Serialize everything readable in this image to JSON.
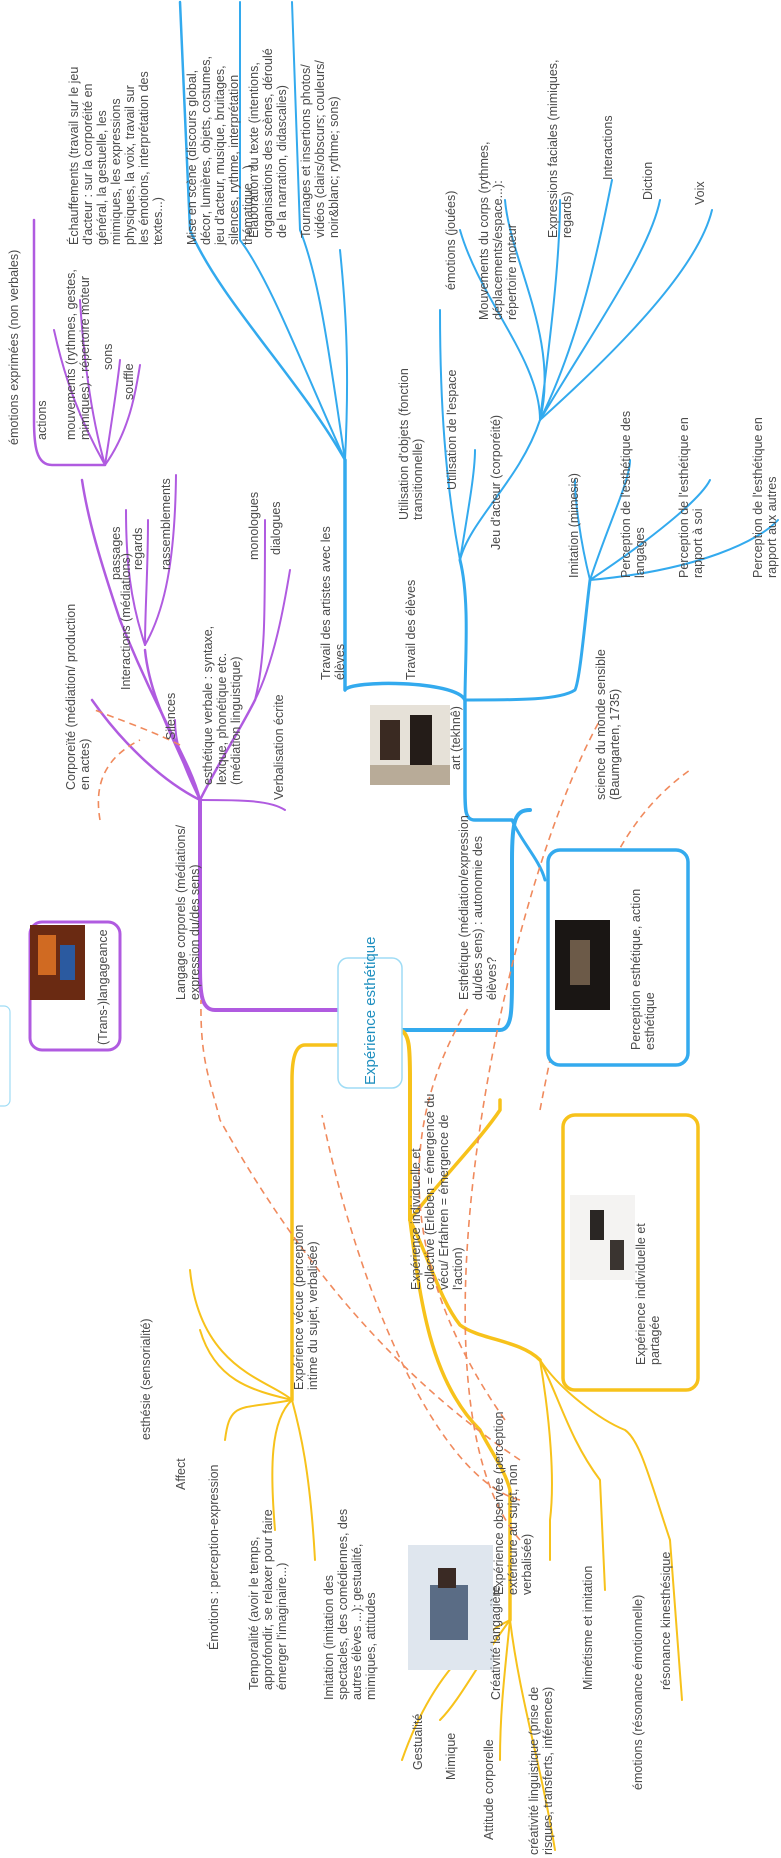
{
  "center": {
    "label": "Expérience esthétique"
  },
  "colors": {
    "purple": "#b05be0",
    "blue": "#33aaee",
    "yellow": "#f7c21b",
    "dashed": "#f08a5d",
    "center_border": "#9fdcf5",
    "text": "#4a4a4a"
  },
  "purple": {
    "main": "Langage corporels (médiations/ expression du/des sens)",
    "trans": "(Trans-)langageance",
    "corporeite": "Corporeïté (médiation/ production en actes)",
    "emotions_exp": "émotions exprimées (non verbales)",
    "actions": "actions",
    "mouvements": "mouvements (rythmes, gestes, mimiques) : répertoire moteur",
    "sons": "sons",
    "souffle": "souffle",
    "interactions": "Interactions (médiations)",
    "passages": "passages",
    "regards": "regards",
    "rassemblements": "rassemblements",
    "silences": "Silences",
    "esth_verbale": "esthétique verbale : syntaxe, lexique, phonétique etc. (médiation linguistique)",
    "monologues": "monologues",
    "dialogues": "dialogues",
    "verbalisation": "Verbalisation écrite"
  },
  "blue": {
    "esth_med": "Esthétique (médiation/expression du/des sens) : autonomie des élèves?",
    "perception_action": "Perception esthétique, action esthétique",
    "art": "art (tekhnê)",
    "travail_artistes": "Travail des artistes avec les élèves",
    "echauffements": "Échauffements (travail sur le jeu d'acteur : sur la corporéité en général, la gestuelle, les mimiques, les expressions physiques, la voix, travail sur les émotions, interprétation des textes...)",
    "mise_en_scene": "Mise en scène (discours global, décor, lumières, objets, costumes, jeu d'acteur, musique, bruitages, silences, rythme, interprétation thématique ...)",
    "elaboration": "Élaboration du texte (intentions, organisations des scènes, déroulé de la narration, didascalies)",
    "tournages": "Tournages et insertions photos/ vidéos (clairs/obscurs; couleurs/ noir&blanc; rythme; sons)",
    "travail_eleves": "Travail des élèves",
    "objets": "Utilisation d'objets (fonction transitionnelle)",
    "espace": "Utilisation de l'espace",
    "jeu_acteur": "Jeu d'acteur (corporéité)",
    "emotions_jouees": "émotions (jouées)",
    "mvts_corps": "Mouvements du corps (rythmes, déplacements/espace...): répertoire moteur",
    "expr_faciales": "Expressions faciales (mimiques, regards)",
    "interactions": "Interactions",
    "diction": "Diction",
    "voix": "Voix",
    "science": "science du monde sensible (Baumgarten, 1735)",
    "imitation": "Imitation (mimesis)",
    "perc_langages": "Perception de l'esthétique des langages",
    "perc_soi": "Perception de l'esthétique en rapport à soi",
    "perc_autres": "Perception de l'esthétique en rapport aux autres"
  },
  "yellow": {
    "indiv_coll": "Expérience individuelle et collective (Erleben = émergence du vécu/ Erfahren = émergence de l'action)",
    "indiv_partagee": "Expérience individuelle et partagée",
    "vecue": "Expérience vécue (perception intime du sujet, verbalisée)",
    "esthesie": "esthésie (sensorialité)",
    "affect": "Affect",
    "emotions_pe": "Émotions : perception-expression",
    "temporalite": "Temporalité (avoir le temps, approfondir, se relaxer pour faire émerger l'imaginaire...)",
    "imitation": "Imitation (imitation des spectacles, des comédiennes, des autres élèves ...): gestualité, mimiques, attitudes",
    "observee": "Expérience observée (perception extérieure au sujet, non verbalisée)",
    "resonance_kin": "résonance kinesthésique",
    "emotions_res": "émotions (résonance émotionnelle)",
    "mimetisme": "Mimétisme et imitation",
    "creativite": "Créativité langagière",
    "gestualite": "Gestualité",
    "mimique": "Mimique",
    "attitude": "Attitude corporelle",
    "creativite_ling": "créativité linguistique (prise de risques, transferts, inférences)"
  },
  "photos": [
    "stage-photo",
    "performer-photo",
    "dark-scene-photo",
    "dancers-photo",
    "actress-photo"
  ]
}
